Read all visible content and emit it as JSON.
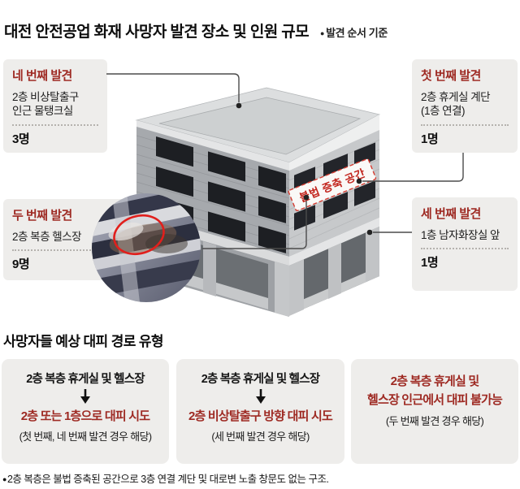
{
  "header": {
    "title": "대전 안전공업 화재 사망자 발견 장소 및 인원 규모",
    "legend_bullet": "●",
    "legend_text": "발견 순서 기준"
  },
  "callouts": [
    {
      "title": "네 번째 발견",
      "location_lines": [
        "2층 비상탈출구",
        "인근 물탱크실"
      ],
      "count": "3명"
    },
    {
      "title": "첫 번째 발견",
      "location_lines": [
        "2층 휴게실 계단",
        "(1층 연결)"
      ],
      "count": "1명"
    },
    {
      "title": "두 번째 발견",
      "location_lines": [
        "2층 복층 헬스장"
      ],
      "count": "9명"
    },
    {
      "title": "세 번째 발견",
      "location_lines": [
        "1층 남자화장실 앞"
      ],
      "count": "1명"
    }
  ],
  "building": {
    "banner": "불법 증축 공간"
  },
  "routes_section": {
    "heading": "사망자들 예상 대피 경로 유형",
    "cards": [
      {
        "from": "2층 복층 휴게실 및 헬스장",
        "result": "2층 또는 1층으로 대피 시도",
        "note": "(첫 번째, 네 번째 발견 경우 해당)"
      },
      {
        "from": "2층 복층 휴게실 및 헬스장",
        "result": "2층 비상탈출구 방향 대피 시도",
        "note": "(세 번째 발견 경우 해당)"
      },
      {
        "result_line1": "2층 복층 휴게실 및",
        "result_line2": "헬스장 인근에서 대피 불가능",
        "note": "(두 번째 발견 경우 해당)"
      }
    ]
  },
  "footnote": {
    "bullet": "●",
    "text": "2층 복층은 불법 증축된 공간으로 3층 연결 계단 및 대로변 노출 창문도 없는 구조."
  },
  "colors": {
    "accent_red": "#9e2a23",
    "box_bg": "#eeedeb",
    "leader_line": "#4b4b4b",
    "banner_red": "#c2251d"
  }
}
